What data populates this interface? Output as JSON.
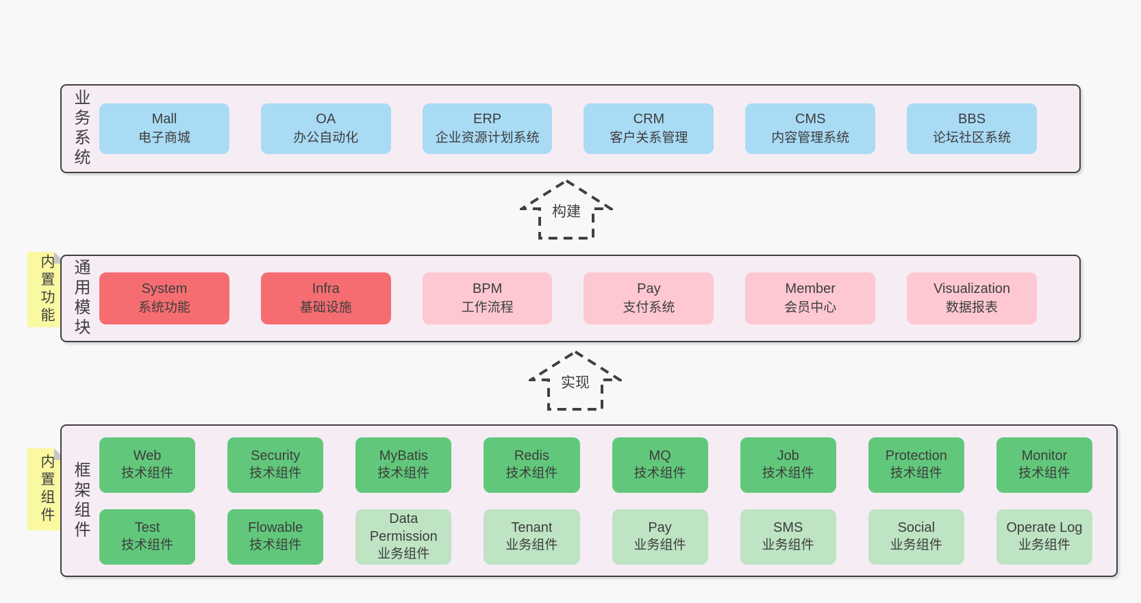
{
  "colors": {
    "pageBg": "#f8f8f8",
    "panelBg": "#f6ecf4",
    "line": "#404040",
    "text": "#3d3d3d",
    "blue": "#a9dbf5",
    "red": "#f56d71",
    "pink": "#fec8d2",
    "greenDark": "#61c87b",
    "greenLight": "#bee4c3",
    "noteBg": "#faf8a0",
    "fold": "#c7c7c7"
  },
  "diagram": {
    "business": {
      "label": "业务系统",
      "boxes": [
        {
          "name": "Mall",
          "desc": "电子商城"
        },
        {
          "name": "OA",
          "desc": "办公自动化"
        },
        {
          "name": "ERP",
          "desc": "企业资源计划系统"
        },
        {
          "name": "CRM",
          "desc": "客户关系管理"
        },
        {
          "name": "CMS",
          "desc": "内容管理系统"
        },
        {
          "name": "BBS",
          "desc": "论坛社区系统"
        }
      ]
    },
    "arrow_build": {
      "label": "构建"
    },
    "modules": {
      "label": "通用模块",
      "note": "内置功能",
      "boxes": [
        {
          "name": "System",
          "desc": "系统功能",
          "variant": "red"
        },
        {
          "name": "Infra",
          "desc": "基础设施",
          "variant": "red"
        },
        {
          "name": "BPM",
          "desc": "工作流程",
          "variant": "pink"
        },
        {
          "name": "Pay",
          "desc": "支付系统",
          "variant": "pink"
        },
        {
          "name": "Member",
          "desc": "会员中心",
          "variant": "pink"
        },
        {
          "name": "Visualization",
          "desc": "数据报表",
          "variant": "pink"
        }
      ]
    },
    "arrow_implement": {
      "label": "实现"
    },
    "components": {
      "label": "框架组件",
      "note": "内置组件",
      "rows": [
        [
          {
            "name": "Web",
            "desc": "技术组件",
            "variant": "green"
          },
          {
            "name": "Security",
            "desc": "技术组件",
            "variant": "green"
          },
          {
            "name": "MyBatis",
            "desc": "技术组件",
            "variant": "green"
          },
          {
            "name": "Redis",
            "desc": "技术组件",
            "variant": "green"
          },
          {
            "name": "MQ",
            "desc": "技术组件",
            "variant": "green"
          },
          {
            "name": "Job",
            "desc": "技术组件",
            "variant": "green"
          },
          {
            "name": "Protection",
            "desc": "技术组件",
            "variant": "green"
          },
          {
            "name": "Monitor",
            "desc": "技术组件",
            "variant": "green"
          }
        ],
        [
          {
            "name": "Test",
            "desc": "技术组件",
            "variant": "green"
          },
          {
            "name": "Flowable",
            "desc": "技术组件",
            "variant": "green"
          },
          {
            "name": "Data Permission",
            "desc": "业务组件",
            "variant": "greenlight"
          },
          {
            "name": "Tenant",
            "desc": "业务组件",
            "variant": "greenlight"
          },
          {
            "name": "Pay",
            "desc": "业务组件",
            "variant": "greenlight"
          },
          {
            "name": "SMS",
            "desc": "业务组件",
            "variant": "greenlight"
          },
          {
            "name": "Social",
            "desc": "业务组件",
            "variant": "greenlight"
          },
          {
            "name": "Operate Log",
            "desc": "业务组件",
            "variant": "greenlight"
          }
        ]
      ]
    }
  }
}
